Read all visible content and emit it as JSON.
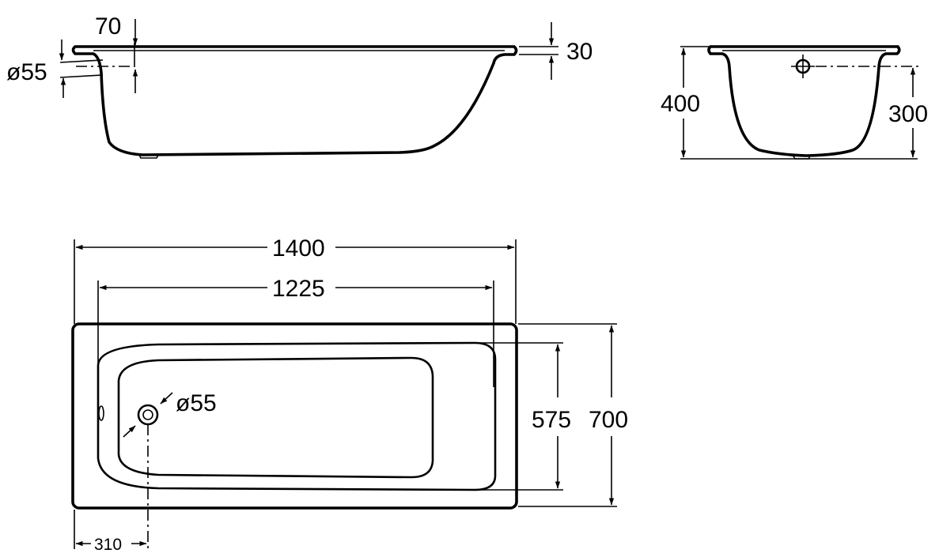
{
  "side_view": {
    "rim_width_label": "70",
    "rim_thickness_label": "30",
    "overflow_diameter_label": "ø55"
  },
  "end_view": {
    "overall_height_label": "400",
    "overflow_height_label": "300"
  },
  "top_view": {
    "overall_length_label": "1400",
    "inner_length_label": "1225",
    "drain_diameter_label": "ø55",
    "inner_width_label": "575",
    "overall_width_label": "700",
    "drain_offset_label": "310"
  }
}
